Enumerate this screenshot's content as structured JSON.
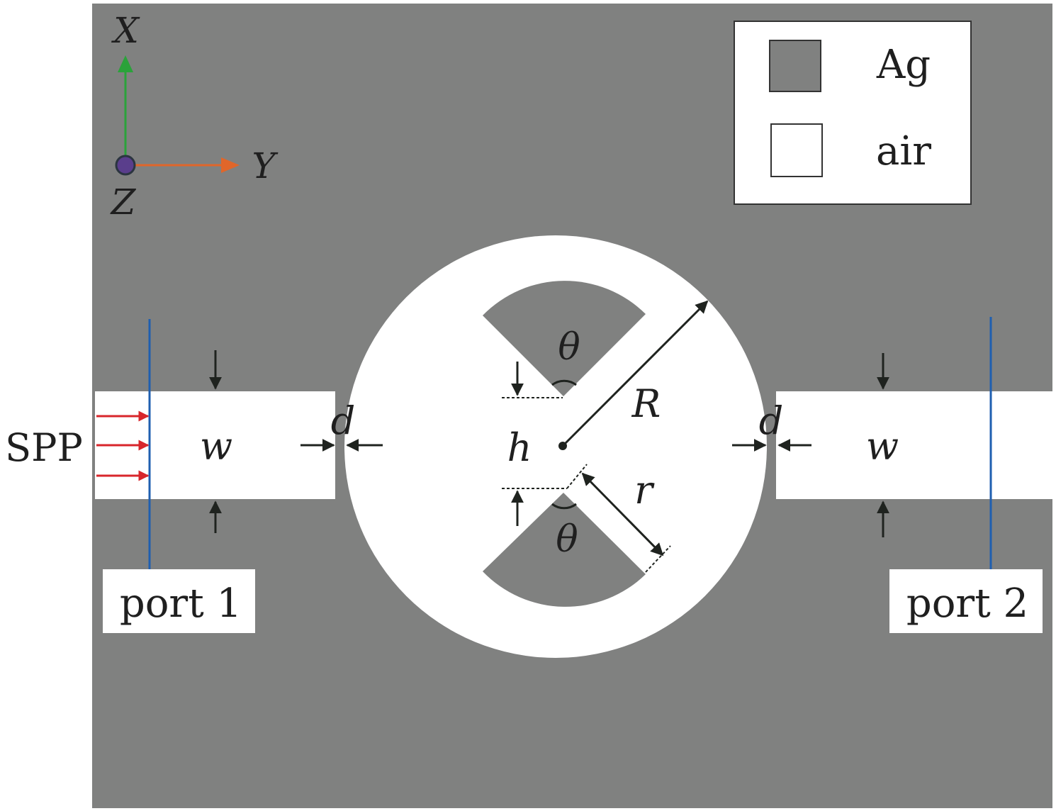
{
  "colors": {
    "silver": "#808180",
    "air": "#ffffff",
    "axis_x": "#2aa23a",
    "axis_y": "#e0662a",
    "axis_z": "#5a3e8c",
    "port_line": "#1f5fb0",
    "incident_arrow": "#d8262b",
    "dimension": "#1f231f"
  },
  "axes": {
    "x_label": "X",
    "y_label": "Y",
    "z_label": "Z"
  },
  "legend": {
    "items": [
      {
        "label": "Ag",
        "color": "#808180"
      },
      {
        "label": "air",
        "color": "#ffffff"
      }
    ]
  },
  "source": {
    "label": "SPP"
  },
  "ports": [
    {
      "label": "port 1"
    },
    {
      "label": "port 2"
    }
  ],
  "dimensions": {
    "waveguide_width": "w",
    "coupling_gap": "d",
    "outer_radius": "R",
    "sector_radius": "r",
    "sector_angle": "θ",
    "sector_offset": "h"
  }
}
